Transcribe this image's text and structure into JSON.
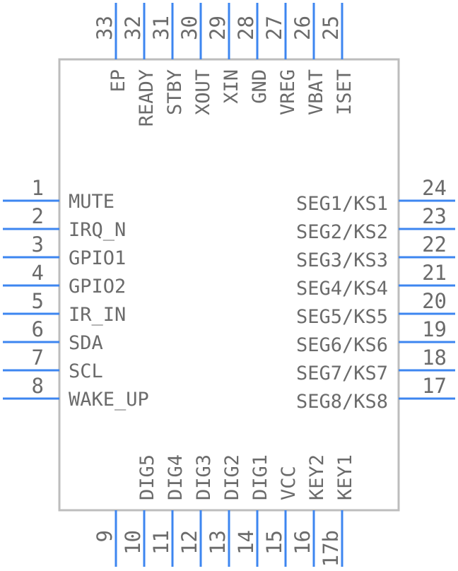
{
  "left_pins": [
    {
      "num": "1",
      "name": "MUTE"
    },
    {
      "num": "2",
      "name": "IRQ_N"
    },
    {
      "num": "3",
      "name": "GPIO1"
    },
    {
      "num": "4",
      "name": "GPIO2"
    },
    {
      "num": "5",
      "name": "IR_IN"
    },
    {
      "num": "6",
      "name": "SDA"
    },
    {
      "num": "7",
      "name": "SCL"
    },
    {
      "num": "8",
      "name": "WAKE_UP"
    }
  ],
  "right_pins": [
    {
      "num": "24",
      "name": "SEG1/KS1"
    },
    {
      "num": "23",
      "name": "SEG2/KS2"
    },
    {
      "num": "22",
      "name": "SEG3/KS3"
    },
    {
      "num": "21",
      "name": "SEG4/KS4"
    },
    {
      "num": "20",
      "name": "SEG5/KS5"
    },
    {
      "num": "19",
      "name": "SEG6/KS6"
    },
    {
      "num": "18",
      "name": "SEG7/KS7"
    },
    {
      "num": "17",
      "name": "SEG8/KS8"
    }
  ],
  "top_pins": [
    {
      "num": "33",
      "name": "EP"
    },
    {
      "num": "32",
      "name": "READY"
    },
    {
      "num": "31",
      "name": "STBY"
    },
    {
      "num": "30",
      "name": "XOUT"
    },
    {
      "num": "29",
      "name": "XIN"
    },
    {
      "num": "28",
      "name": "GND"
    },
    {
      "num": "27",
      "name": "VREG"
    },
    {
      "num": "26",
      "name": "VBAT"
    },
    {
      "num": "25",
      "name": "ISET"
    }
  ],
  "bottom_pins": [
    {
      "num": "9",
      "name": ""
    },
    {
      "num": "10",
      "name": "DIG5"
    },
    {
      "num": "11",
      "name": "DIG4"
    },
    {
      "num": "12",
      "name": "DIG3"
    },
    {
      "num": "13",
      "name": "DIG2"
    },
    {
      "num": "14",
      "name": "DIG1"
    },
    {
      "num": "15",
      "name": "VCC"
    },
    {
      "num": "16",
      "name": "KEY2"
    },
    {
      "num": "17b",
      "name": "KEY1"
    }
  ],
  "colors": {
    "pin": "#3d86f0",
    "body": "#bdbdbd",
    "text": "#6b6b6b"
  }
}
